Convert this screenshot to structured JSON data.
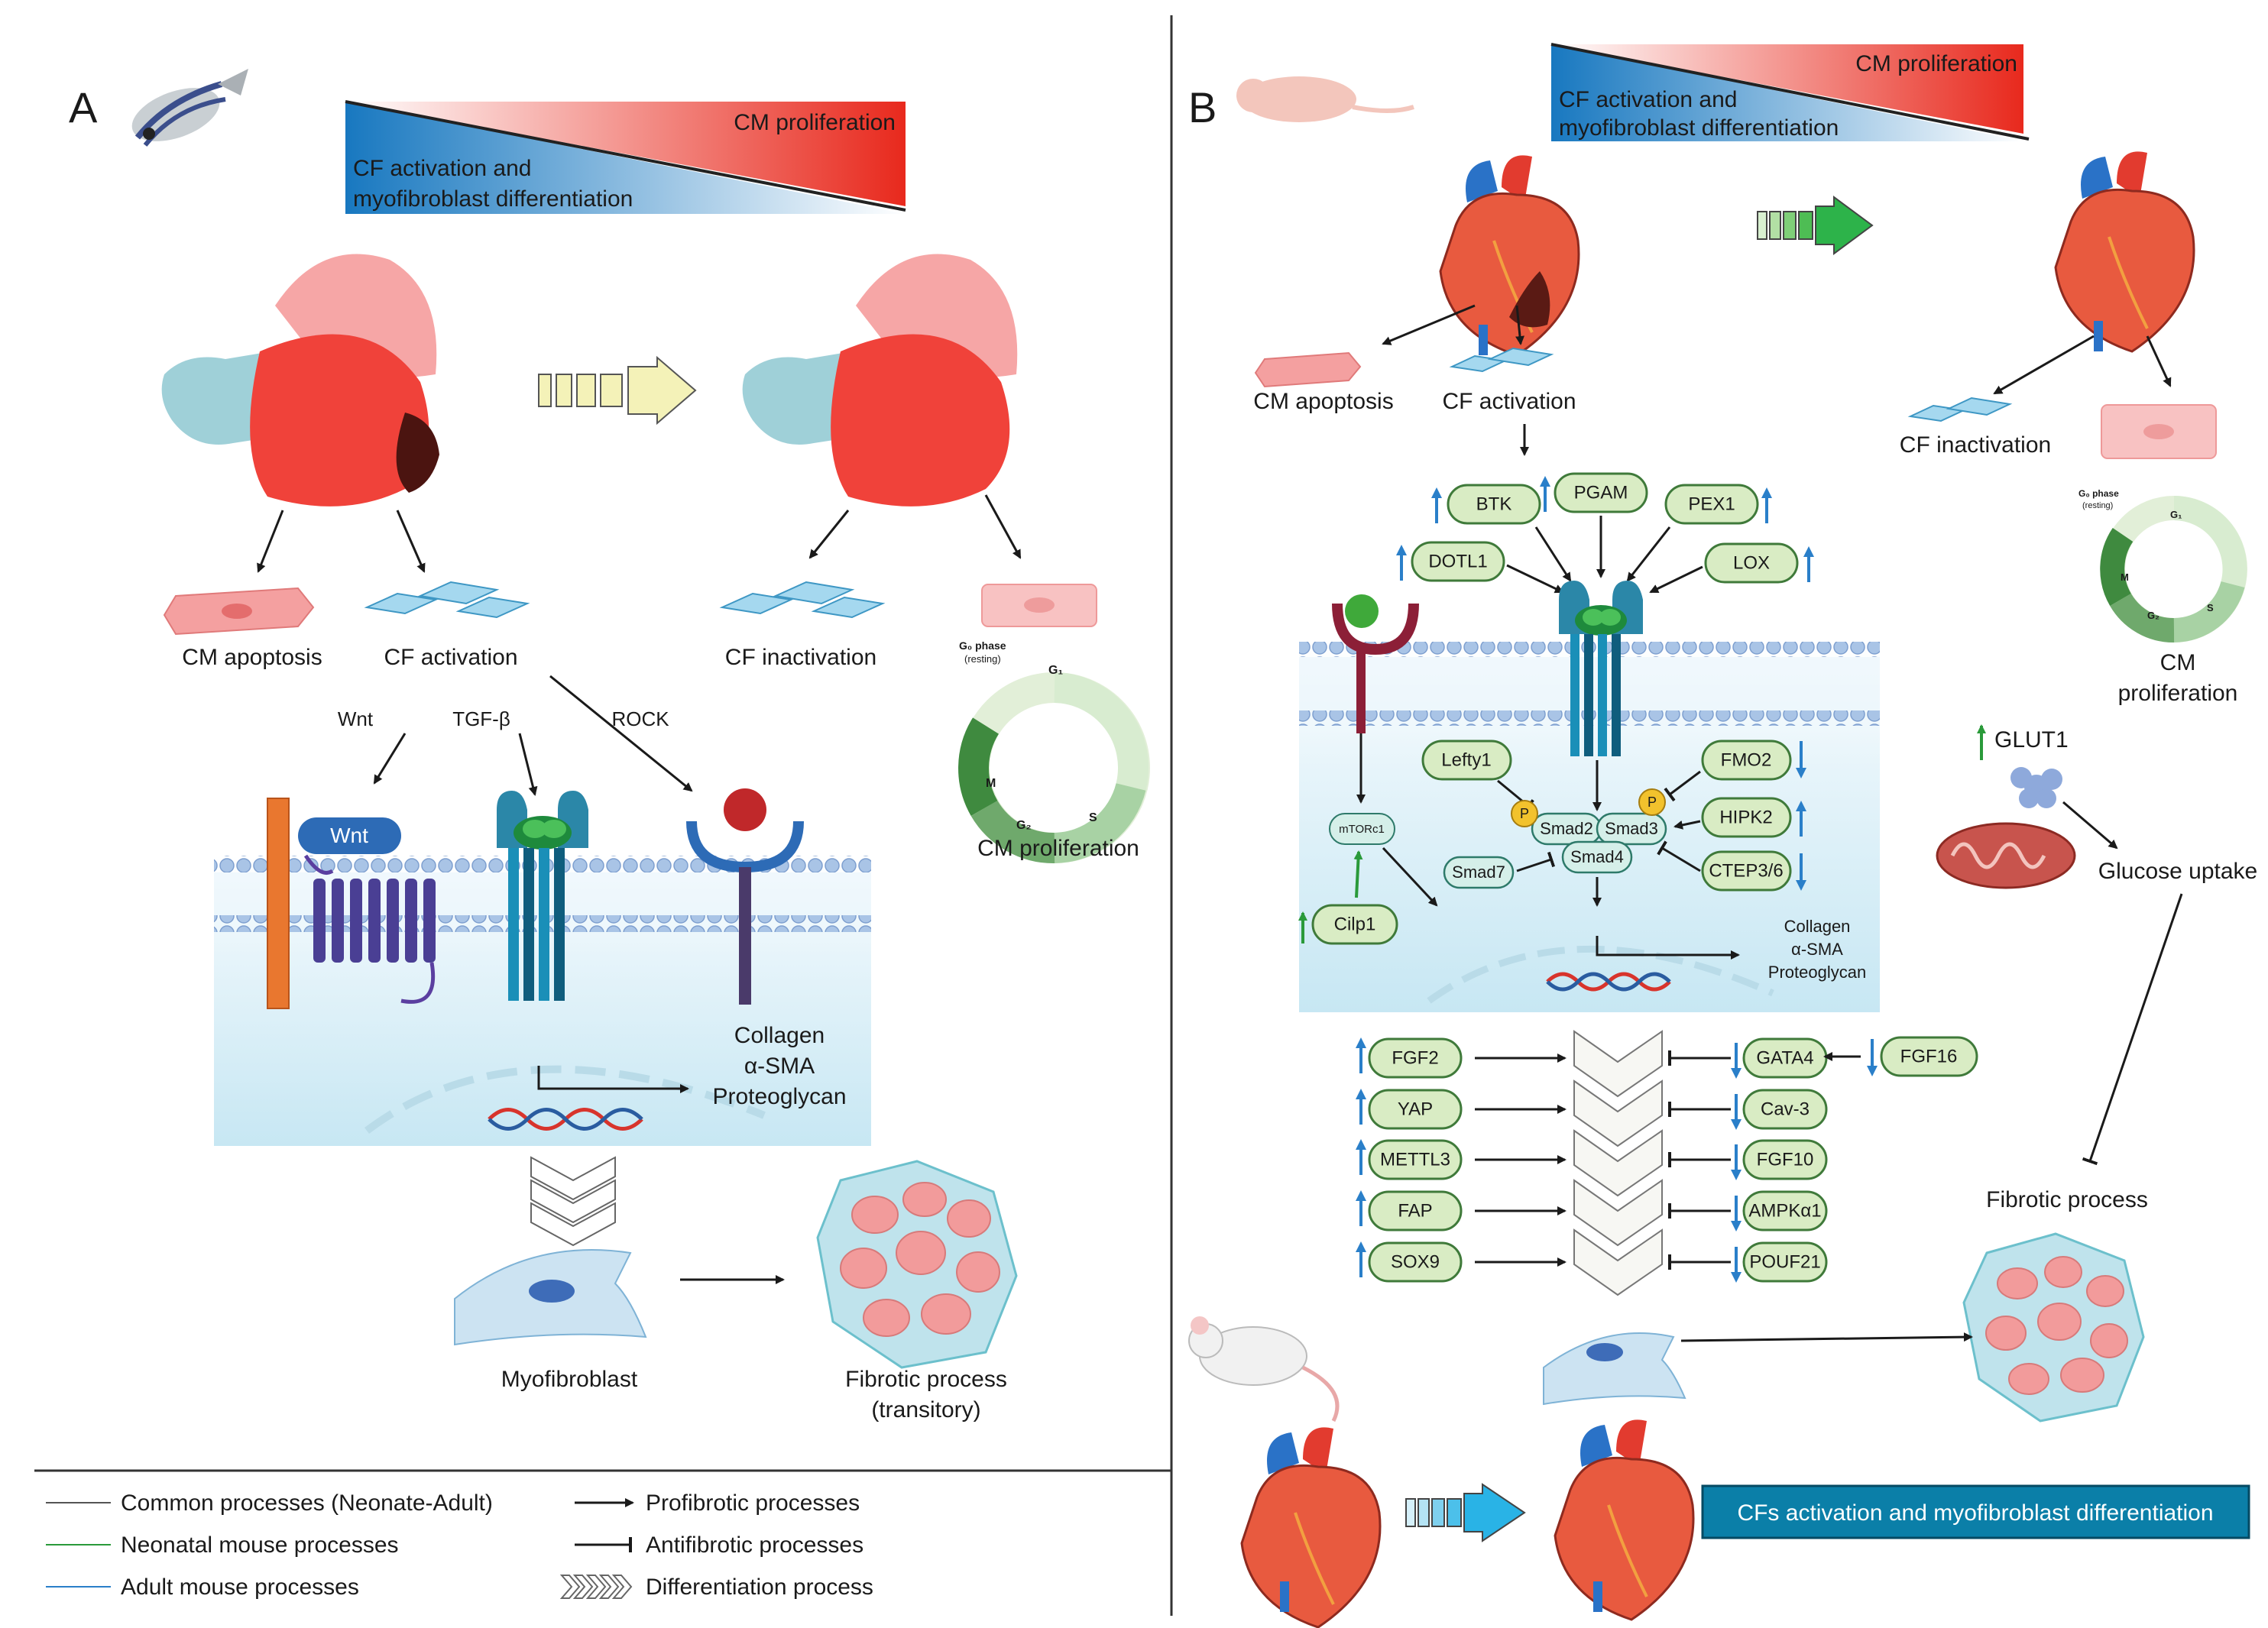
{
  "panelA": {
    "label": "A",
    "gradient": {
      "top": "CM proliferation",
      "bottom_line1": "CF activation and",
      "bottom_line2": "myofibroblast differentiation"
    },
    "cm_apoptosis": "CM apoptosis",
    "cf_activation": "CF activation",
    "cf_inactivation": "CF inactivation",
    "cm_proliferation": "CM proliferation",
    "wnt": "Wnt",
    "tgfb": "TGF-β",
    "rock": "ROCK",
    "wnt_ligand": "Wnt",
    "products": [
      "Collagen",
      "α-SMA",
      "Proteoglycan"
    ],
    "myofibroblast": "Myofibroblast",
    "fibrotic_line1": "Fibrotic process",
    "fibrotic_line2": "(transitory)",
    "cycle": {
      "g0_line1": "G₀ phase",
      "g0_line2": "(resting)",
      "g1": "G₁",
      "s": "S",
      "g2": "G₂",
      "m": "M"
    }
  },
  "panelB": {
    "label": "B",
    "gradient": {
      "top": "CM proliferation",
      "bottom_line1": "CF activation and",
      "bottom_line2": "myofibroblast differentiation"
    },
    "cm_apoptosis": "CM apoptosis",
    "cf_activation": "CF activation",
    "cf_inactivation": "CF inactivation",
    "cm_proliferation_line1": "CM",
    "cm_proliferation_line2": "proliferation",
    "upstream": {
      "btk": "BTK",
      "pgam": "PGAM",
      "pex1": "PEX1",
      "dotl1": "DOTL1",
      "lox": "LOX"
    },
    "mtorc1": "mTORc1",
    "cilp1": "Cilp1",
    "lefty1": "Lefty1",
    "smad2": "Smad2",
    "smad3": "Smad3",
    "smad4": "Smad4",
    "smad7": "Smad7",
    "p": "P",
    "right_mods": {
      "fmo2": "FMO2",
      "hipk2": "HIPK2",
      "ctep": "CTEP3/6"
    },
    "products": [
      "Collagen",
      "α-SMA",
      "Proteoglycan"
    ],
    "profibrotic": [
      "FGF2",
      "YAP",
      "METTL3",
      "FAP",
      "SOX9"
    ],
    "antifibrotic": [
      "GATA4",
      "Cav-3",
      "FGF10",
      "AMPKα1",
      "POUF21"
    ],
    "fgf16": "FGF16",
    "glut1": "GLUT1",
    "glucose_uptake": "Glucose uptake",
    "fibrotic_process": "Fibrotic process",
    "cfs_box": "CFs activation and myofibroblast differentiation",
    "cycle": {
      "g0_line1": "G₀ phase",
      "g0_line2": "(resting)",
      "g1": "G₁",
      "s": "S",
      "g2": "G₂",
      "m": "M"
    }
  },
  "legend": {
    "common": "Common  processes (Neonate-Adult)",
    "neonatal": "Neonatal mouse  processes",
    "adult": "Adult mouse processes",
    "profibrotic": "Profibrotic processes",
    "antifibrotic": "Antifibrotic processes",
    "differentiation": "Differentiation process"
  },
  "colors": {
    "heart_red": "#f0423a",
    "atrium_pink": "#f6a6a6",
    "bulbus_blue": "#9fd0d8",
    "gradient_red": "#e8291d",
    "gradient_blue": "#1878c0",
    "pill_green": "#d9ecc4",
    "box_blue": "#0b7fa8",
    "arrow_green": "#2db34a",
    "arrow_cyan": "#29b3e6",
    "arrow_yellow": "#f4f2b8",
    "up_blue": "#2a7fc9"
  }
}
